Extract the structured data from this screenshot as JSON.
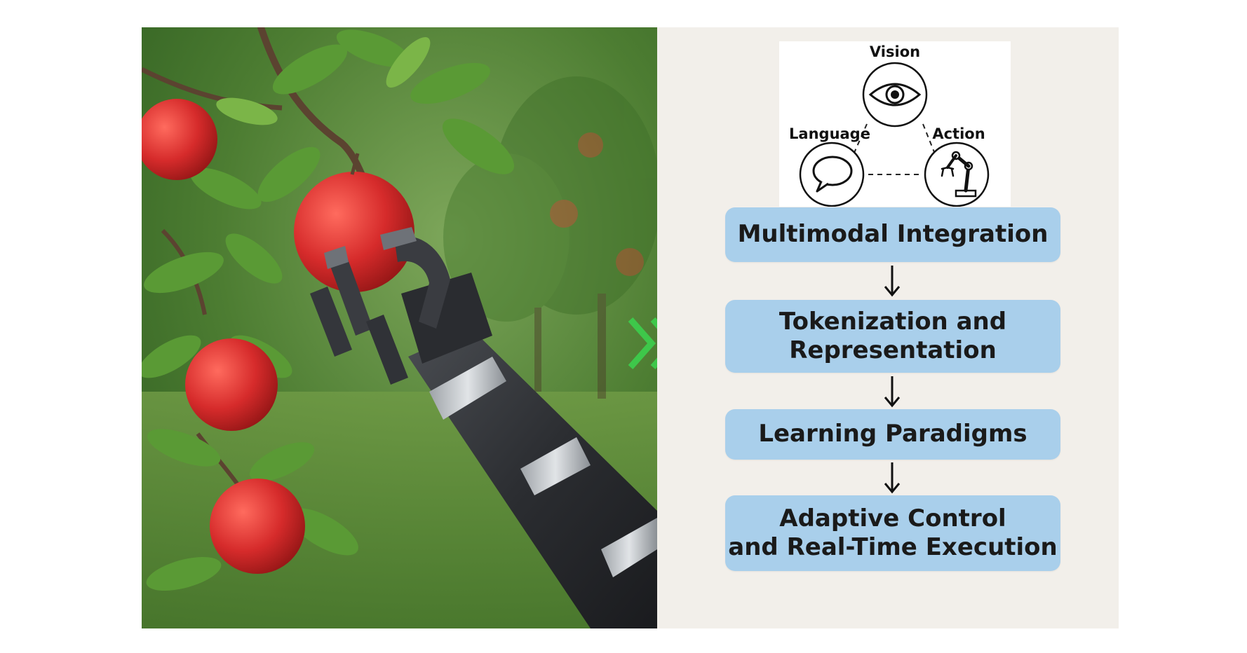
{
  "vla_triad": {
    "nodes": [
      {
        "label": "Vision",
        "icon": "eye-icon"
      },
      {
        "label": "Language",
        "icon": "speech-bubble-icon"
      },
      {
        "label": "Action",
        "icon": "robot-arm-icon"
      }
    ]
  },
  "pipeline": {
    "stages": [
      {
        "label": "Multimodal Integration"
      },
      {
        "label": "Tokenization and\nRepresentation"
      },
      {
        "label": "Learning Paradigms"
      },
      {
        "label": "Adaptive Control\nand Real-Time Execution"
      }
    ]
  },
  "photo": {
    "subject": "robotic-hand-picking-apple",
    "apple_color": "#d62b2b",
    "foliage_color": "#3f7a2a"
  },
  "colors": {
    "stage_fill": "#a9cfeb",
    "chevron": "#3ec74a",
    "panel_background": "#f2efea"
  }
}
